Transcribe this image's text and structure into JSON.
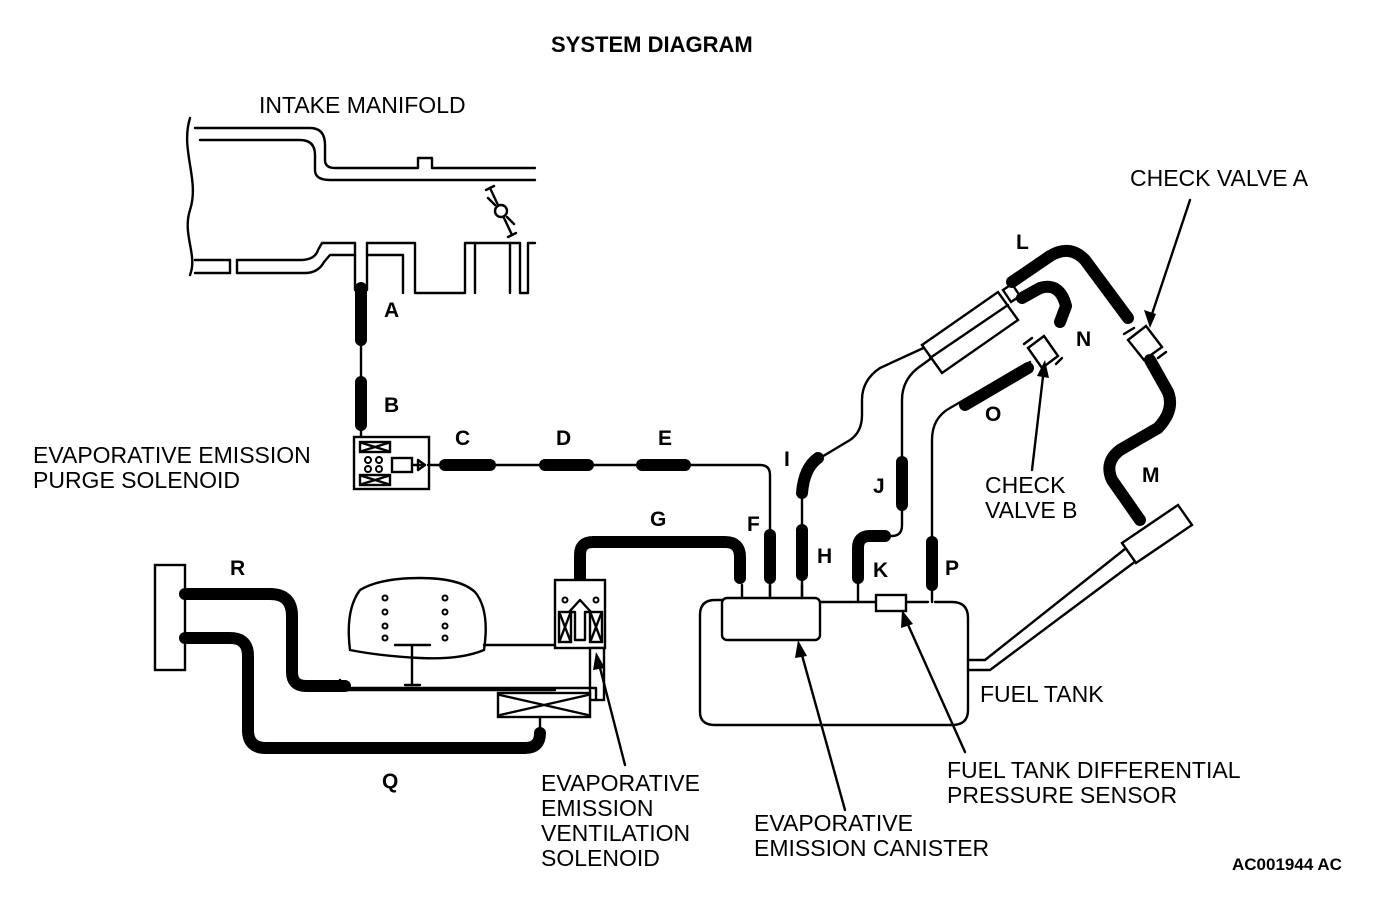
{
  "title": "SYSTEM DIAGRAM",
  "figure_code": "AC001944 AC",
  "components": {
    "intake_manifold": "INTAKE MANIFOLD",
    "check_valve_a": "CHECK VALVE A",
    "check_valve_b": [
      "CHECK",
      "VALVE B"
    ],
    "purge_solenoid": [
      "EVAPORATIVE EMISSION",
      "PURGE SOLENOID"
    ],
    "fuel_tank": "FUEL TANK",
    "pressure_sensor": [
      "FUEL TANK DIFFERENTIAL",
      "PRESSURE SENSOR"
    ],
    "canister": [
      "EVAPORATIVE",
      "EMISSION CANISTER"
    ],
    "ventilation_solenoid": [
      "EVAPORATIVE",
      "EMISSION",
      "VENTILATION",
      "SOLENOID"
    ]
  },
  "hoses": {
    "A": "A",
    "B": "B",
    "C": "C",
    "D": "D",
    "E": "E",
    "F": "F",
    "G": "G",
    "H": "H",
    "I": "I",
    "J": "J",
    "K": "K",
    "L": "L",
    "M": "M",
    "N": "N",
    "O": "O",
    "P": "P",
    "Q": "Q",
    "R": "R"
  }
}
